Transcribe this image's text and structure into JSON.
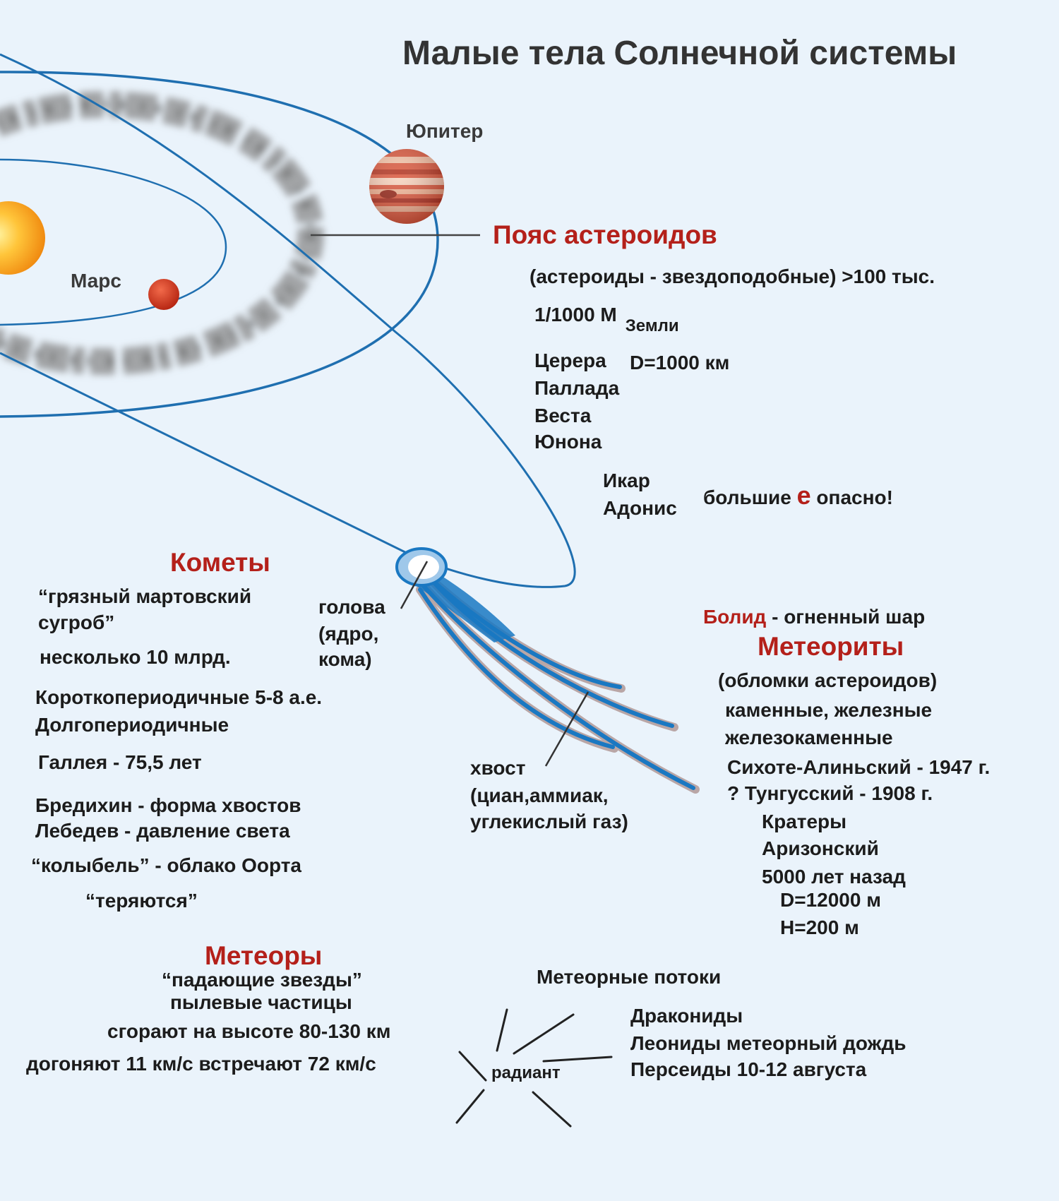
{
  "title": "Малые тела Солнечной системы",
  "planets": {
    "jupiter": "Юпитер",
    "mars": "Марс"
  },
  "asteroids": {
    "heading": "Пояс астероидов",
    "line1": "(астероиды - звездоподобные) >100 тыс.",
    "mass_main": "1/1000 М",
    "mass_sub": "Земли",
    "ceres": "Церера",
    "ceres_d": "D=1000 км",
    "pallas": "Паллада",
    "vesta": "Веста",
    "juno": "Юнона",
    "icarus": "Икар",
    "adonis": "Адонис",
    "danger_pre": "большие",
    "danger_e": "е",
    "danger_post": "опасно!"
  },
  "comets": {
    "heading": "Кометы",
    "line1": "“грязный мартовский",
    "line2": "сугроб”",
    "line3": "несколько 10 млрд.",
    "line4": "Короткопериодичные 5-8 а.е.",
    "line5": "Долгопериодичные",
    "line6": "Галлея - 75,5 лет",
    "line7": "Бредихин - форма хвостов",
    "line8": "Лебедев - давление света",
    "line9": "“колыбель” - облако Оорта",
    "line10": "“теряются”",
    "head_1": "голова",
    "head_2": "(ядро,",
    "head_3": "кома)",
    "tail_1": "хвост",
    "tail_2": "(циан,аммиак,",
    "tail_3": "углекислый газ)"
  },
  "meteorites": {
    "bolid_word": "Болид",
    "bolid_rest": "- огненный шар",
    "heading": "Метеориты",
    "line1": "(обломки астероидов)",
    "line2": "каменные, железные",
    "line3": "железокаменные",
    "line4": "Сихоте-Алиньский - 1947 г.",
    "line5": "? Тунгусский - 1908 г.",
    "line6": "Кратеры",
    "line7": "Аризонский",
    "line8": "5000 лет назад",
    "line9": "D=12000 м",
    "line10": "H=200 м"
  },
  "meteors": {
    "heading": "Метеоры",
    "line1": "“падающие звезды”",
    "line2": "пылевые частицы",
    "line3": "сгорают на высоте 80-130 км",
    "line4": "догоняют 11 км/с  встречают 72 км/с",
    "radiant": "радиант"
  },
  "streams": {
    "heading": "Метеорные потоки",
    "line1": "Дракониды",
    "line2": "Леониды  метеорный дождь",
    "line3": "Персеиды 10-12 августа"
  },
  "colors": {
    "background": "#eaf3fb",
    "accent_red": "#b4201a",
    "orbit_blue": "#1f6fb0",
    "sun": "#f6a21a"
  }
}
